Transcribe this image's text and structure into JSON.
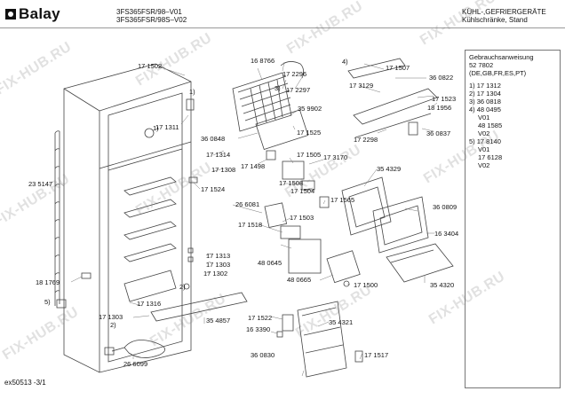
{
  "header": {
    "brand": "Balay",
    "models": [
      "3FS365FSR/98–V01",
      "3FS365FSR/98S–V02"
    ],
    "category": "KÜHL-,GEFRIERGERÄTE",
    "subcategory": "Kühlschränke, Stand"
  },
  "sidebar": {
    "title": "Gebrauchsanweisung",
    "number": "52 7802",
    "languages": "(DE,GB,FR,ES,PT)",
    "items": [
      "1) 17 1312",
      "2) 17 1304",
      "3) 36 0818",
      "4) 48 0495",
      "V01",
      "48 1585",
      "V02",
      "5) 17 8140",
      "V01",
      "17 6128",
      "V02"
    ]
  },
  "parts": [
    "17 1502",
    "16 8766",
    "17 2296",
    "17 2297",
    "17 1507",
    "36 0822",
    "17 3129",
    "35 9902",
    "17 1523",
    "18 1956",
    "17 1311",
    "36 0848",
    "17 1525",
    "17 2298",
    "36 0837",
    "17 1314",
    "17 1505",
    "17 3170",
    "17 1308",
    "17 1498",
    "23 5147",
    "17 1524",
    "17 1508",
    "17 1504",
    "35 4329",
    "17 1565",
    "26 6081",
    "17 1503",
    "36 0809",
    "17 1518",
    "16 3404",
    "17 1313",
    "17 1303",
    "17 1302",
    "48 0645",
    "18 1769",
    "48 0665",
    "17 1500",
    "35 4320",
    "17 1316",
    "17 1303",
    "35 4857",
    "17 1522",
    "16 3390",
    "35 4321",
    "26 6099",
    "36 0830",
    "17 1517"
  ],
  "callouts": [
    "1)",
    "1)",
    "3)",
    "4)",
    "2)",
    "5)",
    "2)"
  ],
  "watermark": "FIX-HUB.RU",
  "footer": "ex50513 -3/1"
}
